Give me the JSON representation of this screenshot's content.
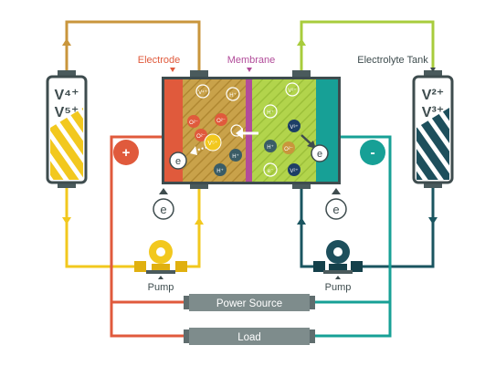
{
  "labels": {
    "electrode": "Electrode",
    "membrane": "Membrane",
    "electrolyte_tank": "Electrolyte Tank",
    "pump_left": "Pump",
    "pump_right": "Pump",
    "power_source": "Power Source",
    "load": "Load",
    "plus": "+",
    "minus": "-",
    "electron": "e"
  },
  "tanks": {
    "left": {
      "ion_top": "V⁴⁺",
      "ion_bottom": "V⁵⁺"
    },
    "right": {
      "ion_top": "V²⁺",
      "ion_bottom": "V³⁺"
    }
  },
  "ions": {
    "left_cell": [
      "V⁴⁺",
      "H⁺",
      "O²⁻",
      "O²⁻",
      "O²⁻",
      "V⁵⁺",
      "H⁺",
      "H⁺"
    ],
    "right_cell": [
      "V³⁺",
      "H⁺",
      "V³⁺",
      "H⁺",
      "O²⁻",
      "V²⁺",
      "e⁻",
      "H⁺"
    ]
  },
  "colors": {
    "pos_tank": "#f2c81e",
    "neg_tank": "#1d4f5c",
    "pos_electrode": "#e05a3c",
    "neg_electrode": "#17a096",
    "membrane": "#b24c9a",
    "pos_cell": "#bf9a3a",
    "neg_cell": "#a8cc3c",
    "pipe_yellow": "#f2c81e",
    "pipe_orange_brown": "#c9963c",
    "pipe_lime": "#a8cc3c",
    "pipe_teal": "#1a5560",
    "wire_red": "#e05a3c",
    "wire_teal": "#17a096",
    "box_gray": "#7e8c8c",
    "o2_ion": "#e05a3c",
    "v5_ion": "#f2c81e",
    "h_ion": "#3a5c66",
    "v4_ion": "#c9963c",
    "v3_ion": "#1d3f66",
    "v2_ion": "#c9963c"
  }
}
